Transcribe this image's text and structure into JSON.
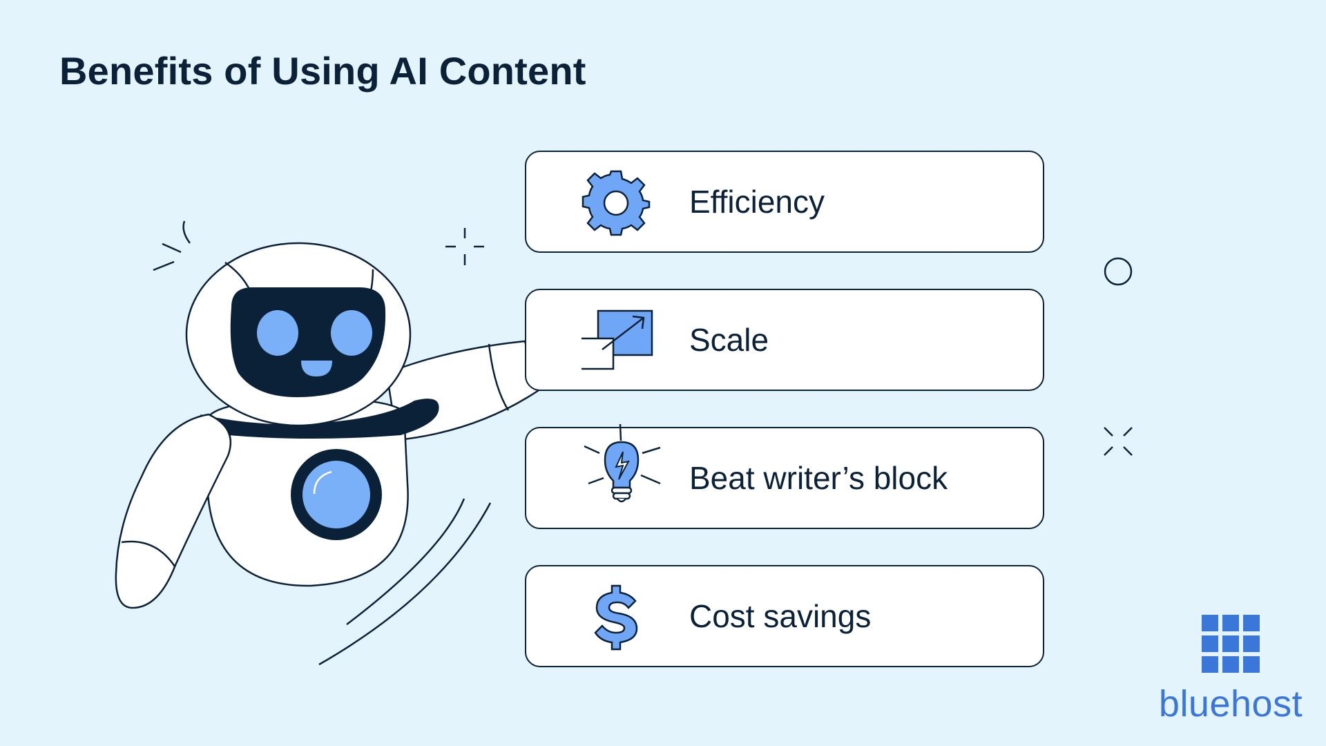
{
  "title": "Benefits of Using AI Content",
  "benefits": [
    {
      "label": "Efficiency",
      "icon": "gear-icon"
    },
    {
      "label": "Scale",
      "icon": "scale-arrow-icon"
    },
    {
      "label": "Beat writer’s block",
      "icon": "lightbulb-icon"
    },
    {
      "label": "Cost savings",
      "icon": "dollar-sign-icon"
    }
  ],
  "brand": {
    "name": "bluehost",
    "color": "#3a77d8"
  },
  "colors": {
    "background": "#e3f4fc",
    "outline": "#0b2137",
    "accent": "#6fa6f5",
    "card": "#ffffff"
  }
}
